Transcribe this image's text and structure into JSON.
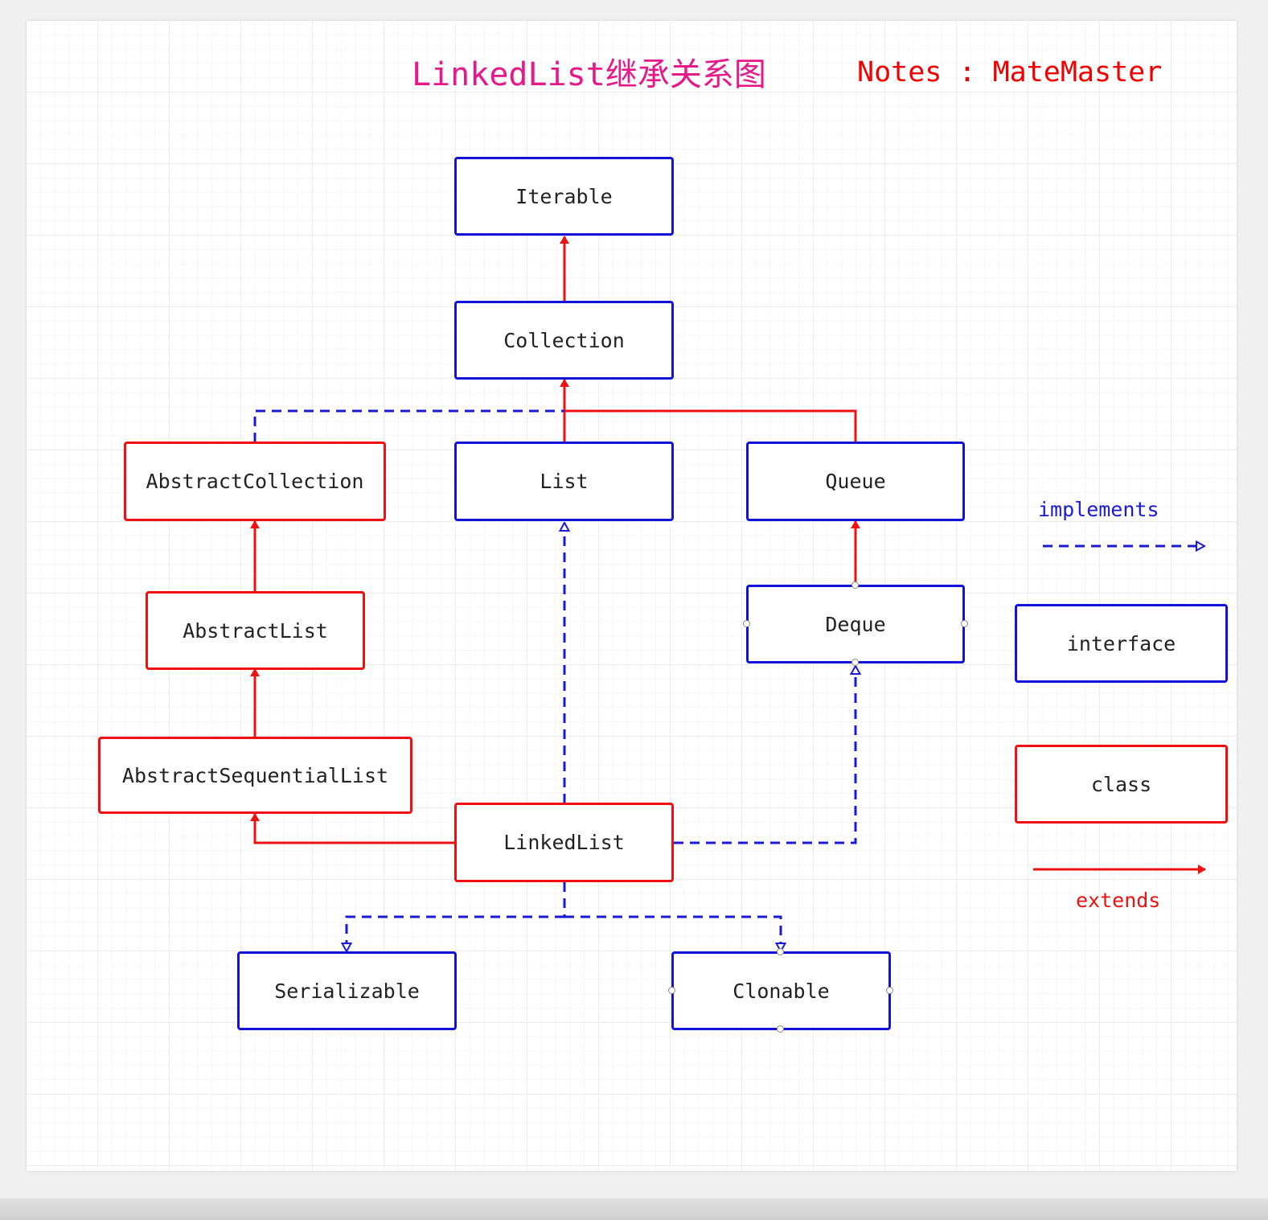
{
  "title": "LinkedList继承关系图",
  "notes": "Notes : MateMaster",
  "nodes": {
    "iterable": "Iterable",
    "collection": "Collection",
    "abstract_collection": "AbstractCollection",
    "list": "List",
    "queue": "Queue",
    "abstract_list": "AbstractList",
    "deque": "Deque",
    "abstract_sequential_list": "AbstractSequentialList",
    "linked_list": "LinkedList",
    "serializable": "Serializable",
    "clonable": "Clonable"
  },
  "legend": {
    "implements": "implements",
    "interface": "interface",
    "class": "class",
    "extends": "extends"
  },
  "colors": {
    "interface_border": "#1212d8",
    "class_border": "#ef1111",
    "implements_line": "#1a1ad6",
    "extends_line": "#ee1111",
    "title": "#e6198a",
    "notes": "#f00000"
  }
}
